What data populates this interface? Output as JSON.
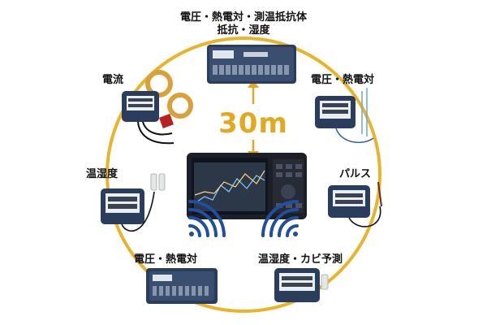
{
  "labels": {
    "top": "電圧・熱電対・測温抵抗体",
    "top_line2": "抵抗・湿度",
    "current": "電流",
    "volt_tc_right": "電圧・熱電対",
    "humidity_temp": "温湿度",
    "pulse": "パルス",
    "volt_tc_bottom": "電圧・熱電対",
    "humidity_mold": "温湿度・カビ予測"
  },
  "distance": "30m",
  "colors": {
    "ring": "#e8b52a",
    "accent": "#e3a820",
    "wireless": "#1f4f9e",
    "device_body": "#2b3d5c",
    "device_dark": "#1c1f26",
    "screen": "#e9eef2"
  },
  "icons": [
    "double-arrow-icon",
    "wireless-signal-left-icon",
    "wireless-signal-right-icon"
  ]
}
